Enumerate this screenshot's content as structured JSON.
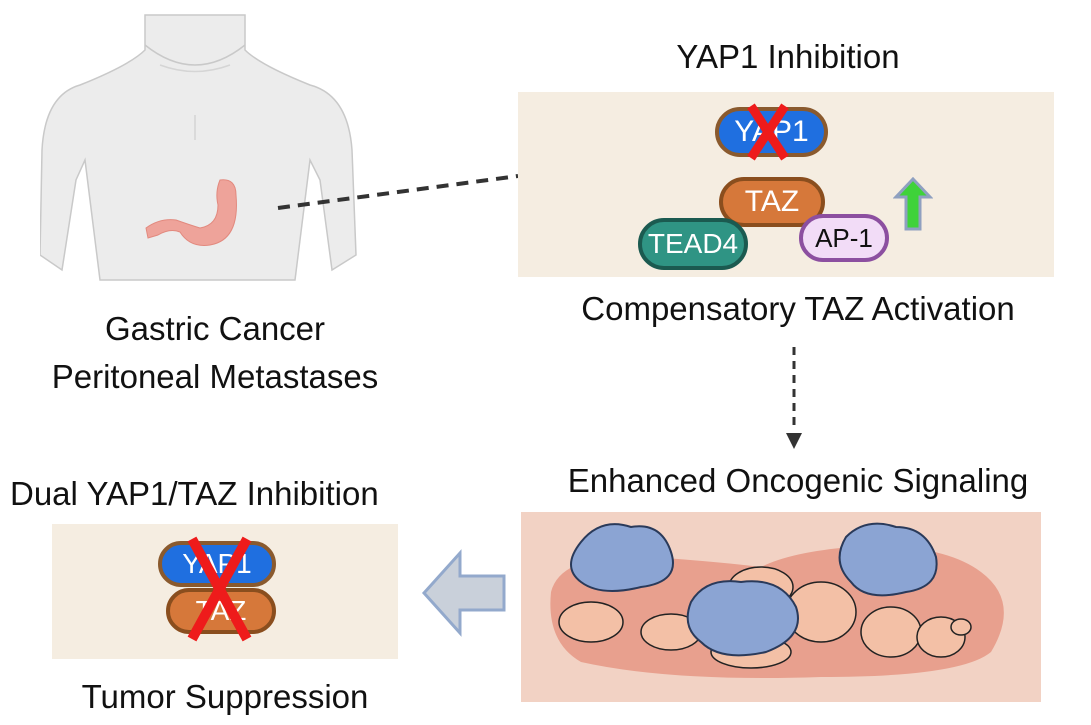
{
  "left_body": {
    "caption_line1": "Gastric Cancer",
    "caption_line2": "Peritoneal Metastases"
  },
  "yap1_panel": {
    "title": "YAP1 Inhibition",
    "proteins": {
      "yap1": "YAP1",
      "taz": "TAZ",
      "tead4": "TEAD4",
      "ap1": "AP-1"
    },
    "caption": "Compensatory TAZ Activation"
  },
  "oncogenic_panel": {
    "title": "Enhanced Oncogenic Signaling"
  },
  "dual_panel": {
    "title": "Dual YAP1/TAZ Inhibition",
    "proteins": {
      "yap1": "YAP1",
      "taz": "TAZ"
    },
    "caption": "Tumor Suppression"
  },
  "colors": {
    "panel_bg": "#f5ede1",
    "yap1": "#1f6fe0",
    "taz": "#d6783a",
    "tead4": "#2f9484",
    "ap1": "#f2dcf7",
    "inhibit_x": "#ee1b1b",
    "up_arrow": "#3fd23a",
    "left_arrow": "#c9d0da"
  }
}
